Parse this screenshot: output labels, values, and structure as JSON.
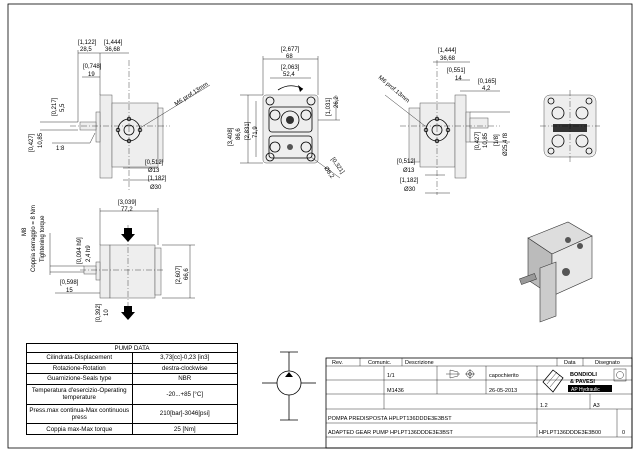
{
  "views": {
    "side_left": {
      "dims": [
        "[1,122]",
        "28,5",
        "[1,444]",
        "36,68",
        "[0,748]",
        "19",
        "[0,217]",
        "5,5",
        "[0,427]",
        "10,85",
        "1:8",
        "[0,512]",
        "Ø13",
        "[1,182]",
        "Ø30"
      ],
      "thread_note": "M6 prof.13mm"
    },
    "front": {
      "dims": [
        "[2,677]",
        "68",
        "[2,063]",
        "52,4",
        "[1,031]",
        "26,2",
        "[3,408]",
        "86,6",
        "[2,831]",
        "71,9",
        "[0,321]",
        "Ø8,2"
      ]
    },
    "side_right": {
      "dims": [
        "[1,444]",
        "36,68",
        "[0,551]",
        "14",
        "[0,165]",
        "4,2",
        "[0,427]",
        "10,85",
        "[1/8]",
        "Ø25,4 f8",
        "[0,512]",
        "Ø13",
        "[1,182]",
        "Ø30"
      ],
      "thread_note": "M6 prof.13mm"
    },
    "top": {
      "dims": [
        "[3,039]",
        "77,2",
        "[0,094 h9]",
        "2,4 h9",
        "[0,598]",
        "15",
        "[0,392]",
        "10",
        "[2,607]",
        "66,6"
      ],
      "torque_note": [
        "M8",
        "Coppia serraggio = 8 Nm",
        "Tightening torque"
      ]
    }
  },
  "pump_data": {
    "title": "PUMP DATA",
    "rows": [
      [
        "Cilindrata-Displacement",
        "3,73[cc]-0,23 [in3]"
      ],
      [
        "Rotazione-Rotation",
        "destra-clockwise"
      ],
      [
        "Guarnizione-Seals type",
        "NBR"
      ],
      [
        "Temperatura d'esercizio-Operating temperature",
        "-20...+85 [°C]"
      ],
      [
        "Press.max continua-Max continuous press",
        "210[bar]-3046[psi]"
      ],
      [
        "Coppia max-Max torque",
        "25 [Nm]"
      ]
    ]
  },
  "title_block": {
    "header": {
      "rev": "Rev.",
      "comunic": "Comunic.",
      "descrizione": "Descrizione",
      "data": "Data",
      "disegnato": "Disegnato"
    },
    "scale": "1/1",
    "material_code": "M1436",
    "designer": "capochierito",
    "date": "26-05-2013",
    "weight": "1.2",
    "format": "A3",
    "desc_it": "POMPA PREDISPOSTA HPLPT136DDDE3E3BST",
    "desc_en": "ADAPTED GEAR PUMP HPLPT136DDDE3E3BST",
    "code": "HPLPT136DDDE3E3B00",
    "revision": "0",
    "company": [
      "BONDIOLI",
      "& PAVESI",
      "AP Hydraulic"
    ]
  },
  "colors": {
    "line": "#000000",
    "background": "#ffffff",
    "shade": "#eeeeee"
  }
}
